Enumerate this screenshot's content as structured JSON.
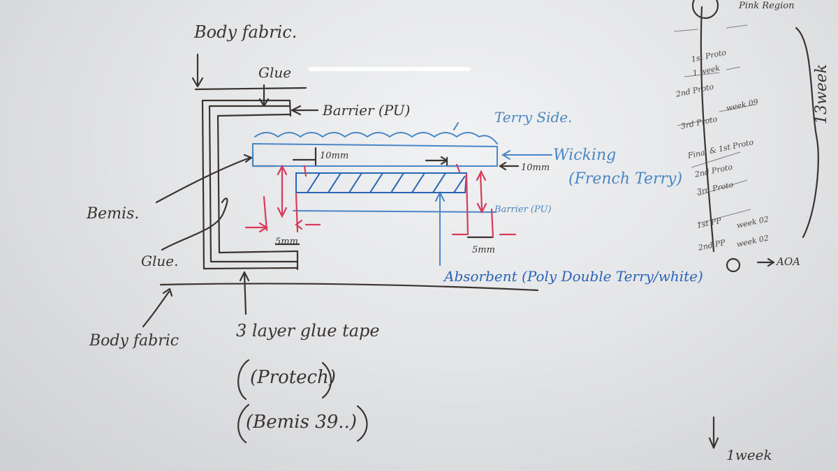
{
  "labels": {
    "body_fabric_top": "Body fabric.",
    "glue_top": "Glue",
    "barrier_top": "Barrier (PU)",
    "terry_side": "Terry Side.",
    "wicking": "Wicking",
    "french_terry": "(French Terry)",
    "mm_left": "10mm",
    "mm_right": "10mm",
    "bemis": "Bemis.",
    "glue_mid": "Glue.",
    "barrier_mid": "Barrier (PU)",
    "mm_5_left": "5mm",
    "mm_5_right": "5mm",
    "absorbent": "Absorbent (Poly Double Terry/white)",
    "body_fabric_bottom": "Body fabric",
    "glue_tape": "3 layer glue tape",
    "protech": "(Protech)",
    "bemis_39": "(Bemis 39..)"
  },
  "notes": {
    "pink_region": "Pink Region",
    "week_13": "13week",
    "week_1": "1week",
    "aoa": "AOA",
    "right_side_notes": [
      "1st Proto",
      "1 week",
      "2nd Proto",
      "week 09",
      "3rd Proto",
      "Final & 1st Proto",
      "2nd Proto",
      "3rd Proto",
      "1st PP",
      "2nd PP",
      "week 02",
      "week 02"
    ]
  },
  "colors": {
    "black_ink": "#3a3330",
    "blue_ink": "#4a86c6",
    "dark_blue_ink": "#2b63b8",
    "red_ink": "#d83a5a"
  }
}
